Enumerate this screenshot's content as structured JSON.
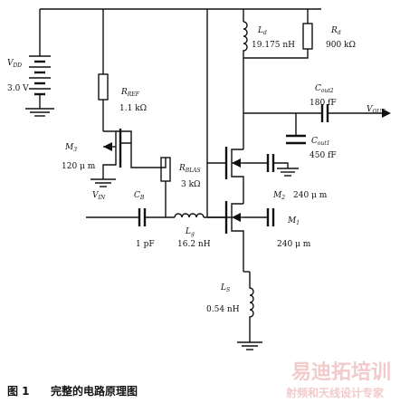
{
  "labels": {
    "vdd": "V",
    "vdd_sub": "DD",
    "vdd_val": "3.0 V",
    "rref": "R",
    "rref_sub": "REF",
    "rref_val": "1.1 kΩ",
    "m3": "M",
    "m3_sub": "3",
    "m3_width": "120 μ m",
    "vin": "V",
    "vin_sub": "IN",
    "cb": "C",
    "cb_sub": "B",
    "cb_val": "1 pF",
    "rbias": "R",
    "rbias_sub": "BLAS",
    "rbias_val": "3 kΩ",
    "lg": "L",
    "lg_sub": "g",
    "lg_val": "16.2 nH",
    "ld": "L",
    "ld_sub": "d",
    "ld_val": "19.175 nH",
    "rd": "R",
    "rd_sub": "d",
    "rd_val": "900 kΩ",
    "cout2": "C",
    "cout2_sub": "out2",
    "cout2_val": "180 fF",
    "vout": "V",
    "vout_sub": "OUT",
    "cout1": "C",
    "cout1_sub": "out1",
    "cout1_val": "450 fF",
    "m2": "M",
    "m2_sub": "2",
    "m2_width": "240 μ m",
    "m1": "M",
    "m1_sub": "1",
    "m1_width": "240 μ m",
    "ls": "L",
    "ls_sub": "S",
    "ls_val": "0.54 nH"
  },
  "caption": {
    "number": "图 1",
    "title": "完整的电路原理图"
  },
  "watermark": {
    "brand": "易迪拓培训",
    "tagline": "射频和天线设计专家"
  }
}
